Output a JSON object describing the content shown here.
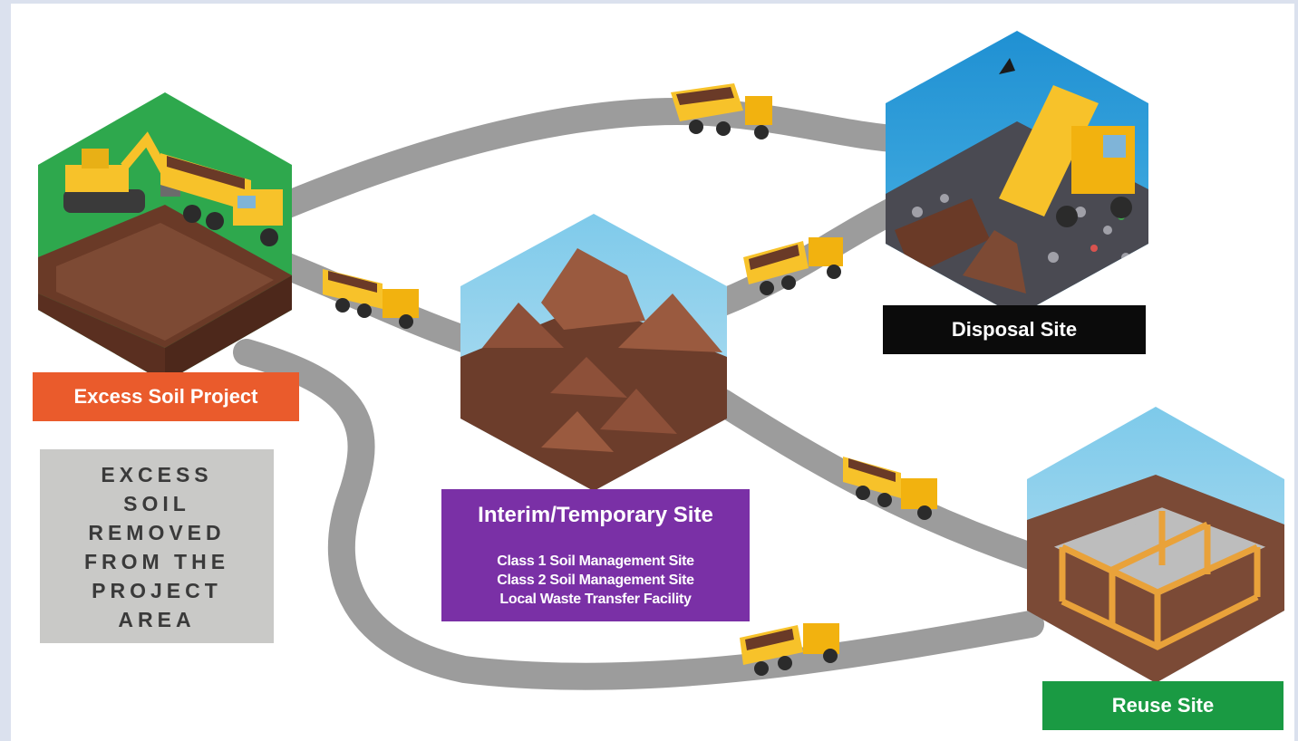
{
  "nodes": {
    "excess_soil_project": "Excess Soil Project",
    "disposal_site": "Disposal Site",
    "interim_site": "Interim/Temporary Site",
    "interim_site_types": [
      "Class 1 Soil Management Site",
      "Class 2 Soil Management Site",
      "Local Waste Transfer Facility"
    ],
    "reuse_site": "Reuse Site"
  },
  "note": "EXCESS\nSOIL\nREMOVED\nFROM THE\nPROJECT\nAREA",
  "colors": {
    "excess_label": "#ea5b2c",
    "disposal_label": "#0b0b0b",
    "interim_label": "#7a30a6",
    "reuse_label": "#1a9a43",
    "road": "#9c9c9c",
    "truck": "#f7c22a",
    "soil": "#7b4a36",
    "note_box": "#c9c9c7"
  },
  "icons": [
    "excavator-icon",
    "dump-truck-icon",
    "soil-pile-icon",
    "building-frame-icon",
    "landfill-icon",
    "bird-icon"
  ]
}
